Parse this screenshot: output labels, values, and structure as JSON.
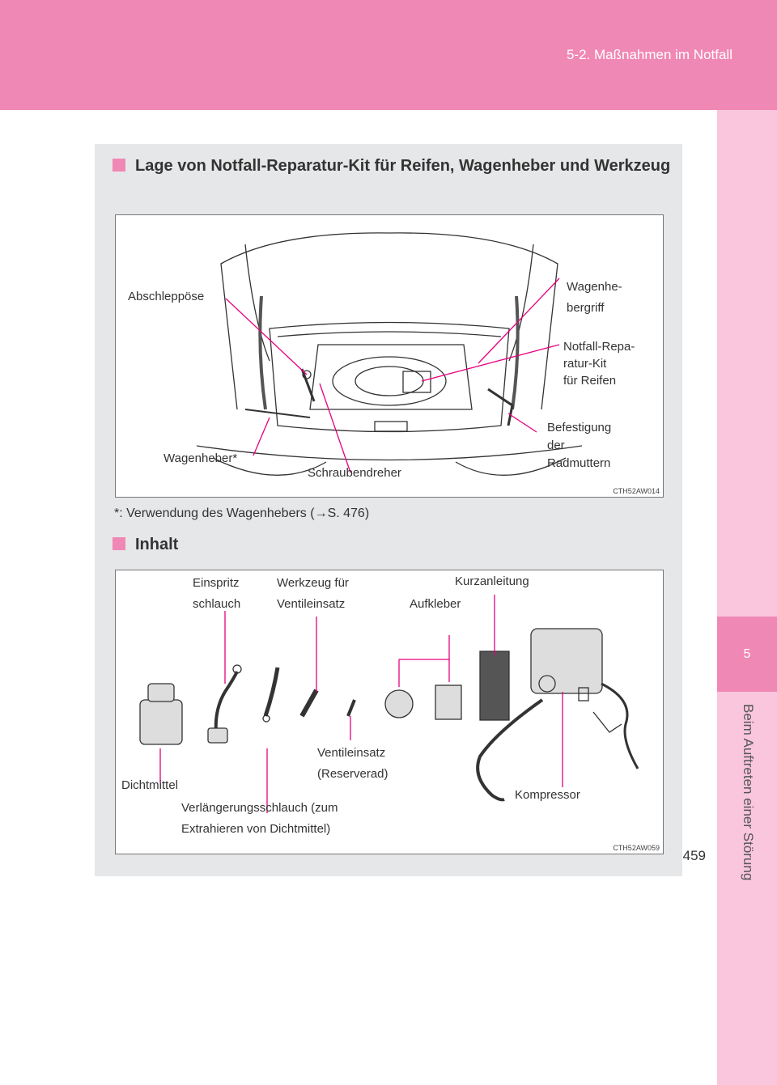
{
  "header": {
    "section": "5-2. Maßnahmen im Notfall"
  },
  "sidebar": {
    "chapter_number": "5",
    "chapter_title": "Beim Auftreten einer Störung"
  },
  "page_number": "459",
  "section1": {
    "heading": "Lage von Notfall-Reparatur-Kit für Reifen, Wagenheber und Werkzeug",
    "figure_code": "CTH52AW014",
    "labels": {
      "abschleppoese": "Abschleppöse",
      "wagenhebergriff_1": "Wagenhe-",
      "wagenhebergriff_2": "bergriff",
      "notfall_1": "Notfall-Repa-",
      "notfall_2": "ratur-Kit",
      "notfall_3": "für Reifen",
      "befestigung_1": "Befestigung",
      "befestigung_2": "der",
      "befestigung_3": "Radmuttern",
      "wagenheber": "Wagenheber*",
      "schraubendreher": "Schraubendreher"
    },
    "footnote": "*: Verwendung des Wagenhebers (→S. 476)"
  },
  "section2": {
    "heading": "Inhalt",
    "figure_code": "CTH52AW059",
    "labels": {
      "einspritz_1": "Einspritz",
      "einspritz_2": "schlauch",
      "werkzeug_1": "Werkzeug  für",
      "werkzeug_2": "Ventileinsatz",
      "kurzanleitung": "Kurzanleitung",
      "aufkleber": "Aufkleber",
      "ventileinsatz_1": "Ventileinsatz",
      "ventileinsatz_2": "(Reserverad)",
      "dichtmittel": "Dichtmittel",
      "verlaengerung_1": "Verlängerungsschlauch (zum",
      "verlaengerung_2": "Extrahieren von Dichtmittel)",
      "kompressor": "Kompressor"
    }
  },
  "colors": {
    "accent_pink": "#f088b5",
    "sidebar_pink": "#f9c6dd",
    "panel_gray": "#e6e7e8",
    "leader_magenta": "#e6007e"
  }
}
